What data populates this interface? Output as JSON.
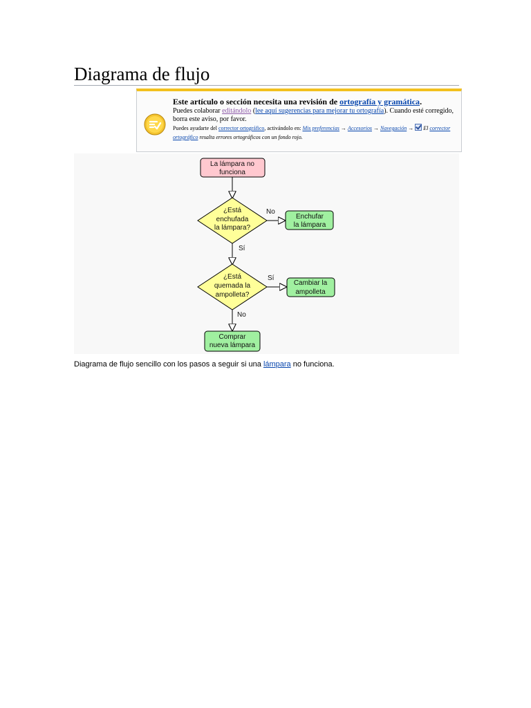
{
  "page": {
    "title": "Diagrama de flujo"
  },
  "notice": {
    "heading_prefix": "Este artículo o sección necesita una revisión de ",
    "heading_link": "ortografía y gramática",
    "heading_suffix": ".",
    "line2_prefix": "Puedes colaborar ",
    "line2_link_edit": "editándolo",
    "line2_open_paren": " (",
    "line2_link_tips": "lee aquí sugerencias para mejorar tu ortografía",
    "line2_suffix": "). Cuando esté corregido, borra este aviso, por favor.",
    "help_prefix": "Puedes ayudarte del ",
    "help_link_checker": "corrector ortográfico",
    "help_mid": ", activándolo en: ",
    "help_link_prefs": "Mis preferencias",
    "arrow": " → ",
    "help_link_accessories": "Accesorios",
    "help_link_navigation": "Navegación",
    "help_italic_el": " El ",
    "help_link_checker2": "corrector ortográfico",
    "help_italic_suffix": " resalta errores ortográficos con un fondo rojo.",
    "accent_color": "#f2c01e",
    "icon": "spellcheck-icon"
  },
  "diagram": {
    "start_line1": "La lámpara no",
    "start_line2": "funciona",
    "q1_line1": "¿Está",
    "q1_line2": "enchufada",
    "q1_line3": "la lámpara?",
    "q1_no_label": "No",
    "a1_line1": "Enchufar",
    "a1_line2": "la lámpara",
    "q1_yes_label": "Sí",
    "q2_line1": "¿Está",
    "q2_line2": "quemada la",
    "q2_line3": "ampolleta?",
    "q2_yes_label": "Sí",
    "a2_line1": "Cambiar la",
    "a2_line2": "ampolleta",
    "q2_no_label": "No",
    "end_line1": "Comprar",
    "end_line2": "nueva lámpara",
    "colors": {
      "start_fill": "#ffc8cf",
      "decision_fill": "#ffff99",
      "action_fill": "#a0f0a0"
    }
  },
  "caption": {
    "prefix": "Diagrama de flujo sencillo con los pasos a seguir si una ",
    "link": "lámpara",
    "suffix": " no funciona."
  }
}
